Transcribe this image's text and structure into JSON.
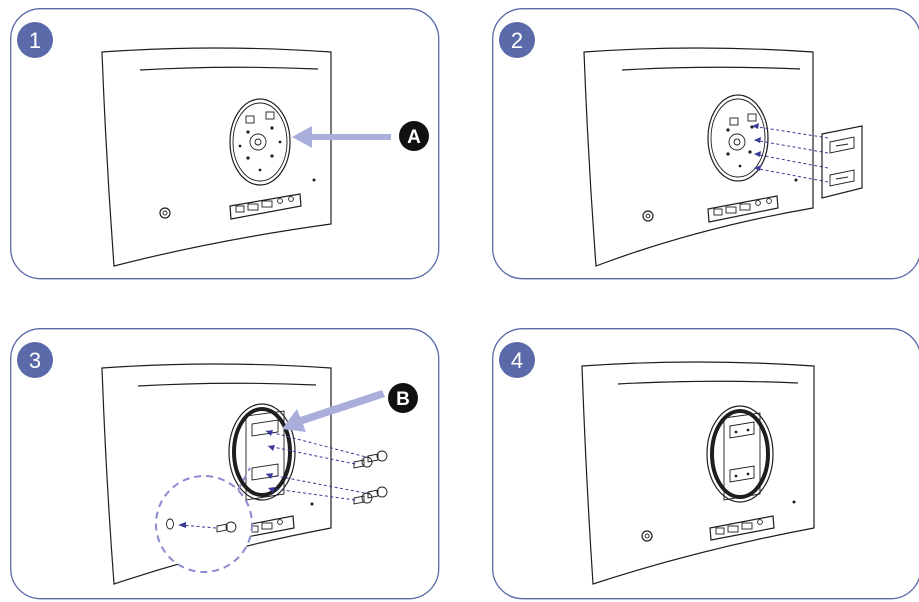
{
  "accent_color": "#5a6aa8",
  "arrow_color": "#a9aedb",
  "callout_color": "#111111",
  "steps": [
    {
      "number": "1",
      "callout": "A"
    },
    {
      "number": "2"
    },
    {
      "number": "3",
      "callout": "B"
    },
    {
      "number": "4"
    }
  ]
}
